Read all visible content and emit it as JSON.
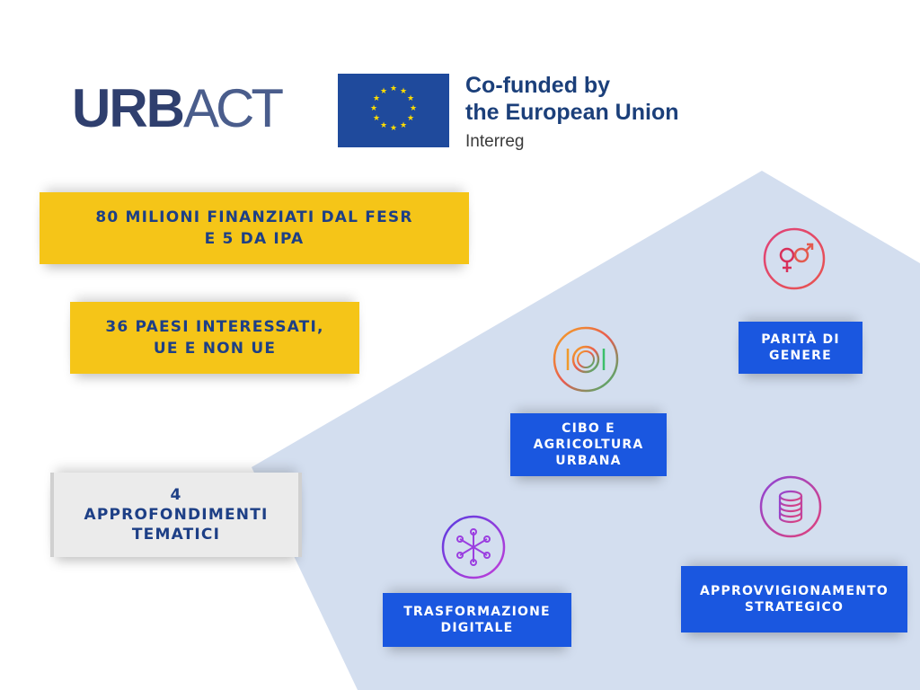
{
  "logos": {
    "urbact": {
      "part1": "URB",
      "part2": "ACT"
    },
    "eu": {
      "line1": "Co-funded by",
      "line2": "the European Union",
      "line3": "Interreg"
    }
  },
  "facts": {
    "funding": [
      "80 MILIONI FINANZIATI DAL FESR",
      "E 5 DA IPA"
    ],
    "countries": [
      "36 PAESI INTERESSATI,",
      "UE  E NON UE"
    ],
    "themes": [
      "4",
      "APPROFONDIMENTI",
      "TEMATICI"
    ]
  },
  "topics": {
    "gender": {
      "label": [
        "PARITÀ DI",
        "GENERE"
      ],
      "icon": "gender-symbols-icon"
    },
    "food": {
      "label": [
        "CIBO E",
        "AGRICOLTURA",
        "URBANA"
      ],
      "icon": "plate-cutlery-icon"
    },
    "procurement": {
      "label": [
        "APPROVVIGIONAMENTO",
        "STRATEGICO"
      ],
      "icon": "coin-stack-icon"
    },
    "digital": {
      "label": [
        "TRASFORMAZIONE",
        "DIGITALE"
      ],
      "icon": "network-nodes-icon"
    }
  },
  "colors": {
    "yellow": "#f5c518",
    "navy_text": "#1d3f86",
    "topic_blue": "#1a57e0",
    "background_shape": "#d3deef",
    "eu_blue": "#1f4a9c",
    "eu_star": "#ffdd00"
  }
}
